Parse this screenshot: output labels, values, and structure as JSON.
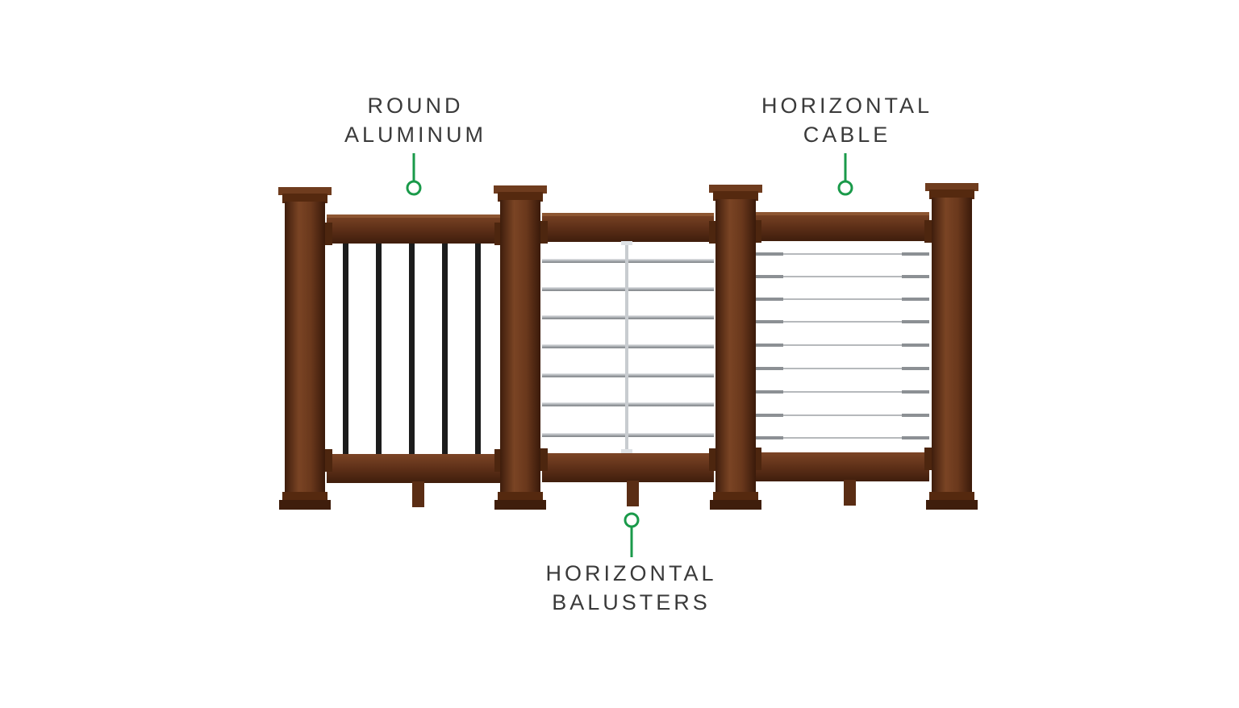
{
  "labels": {
    "round_aluminum": {
      "line1": "ROUND",
      "line2": "ALUMINUM"
    },
    "horizontal_cable": {
      "line1": "HORIZONTAL",
      "line2": "CABLE"
    },
    "horizontal_balusters": {
      "line1": "HORIZONTAL",
      "line2": "BALUSTERS"
    }
  },
  "colors": {
    "callout": "#1a9a4a",
    "wood_dark": "#4a2410",
    "wood_mid": "#6b3a1f",
    "wood_light": "#8a4e2b",
    "baluster": "#1c1c1c",
    "metal": "#b9bcbf",
    "text": "#3a3a3a"
  },
  "icons": {
    "callout": "callout-pin-icon"
  }
}
